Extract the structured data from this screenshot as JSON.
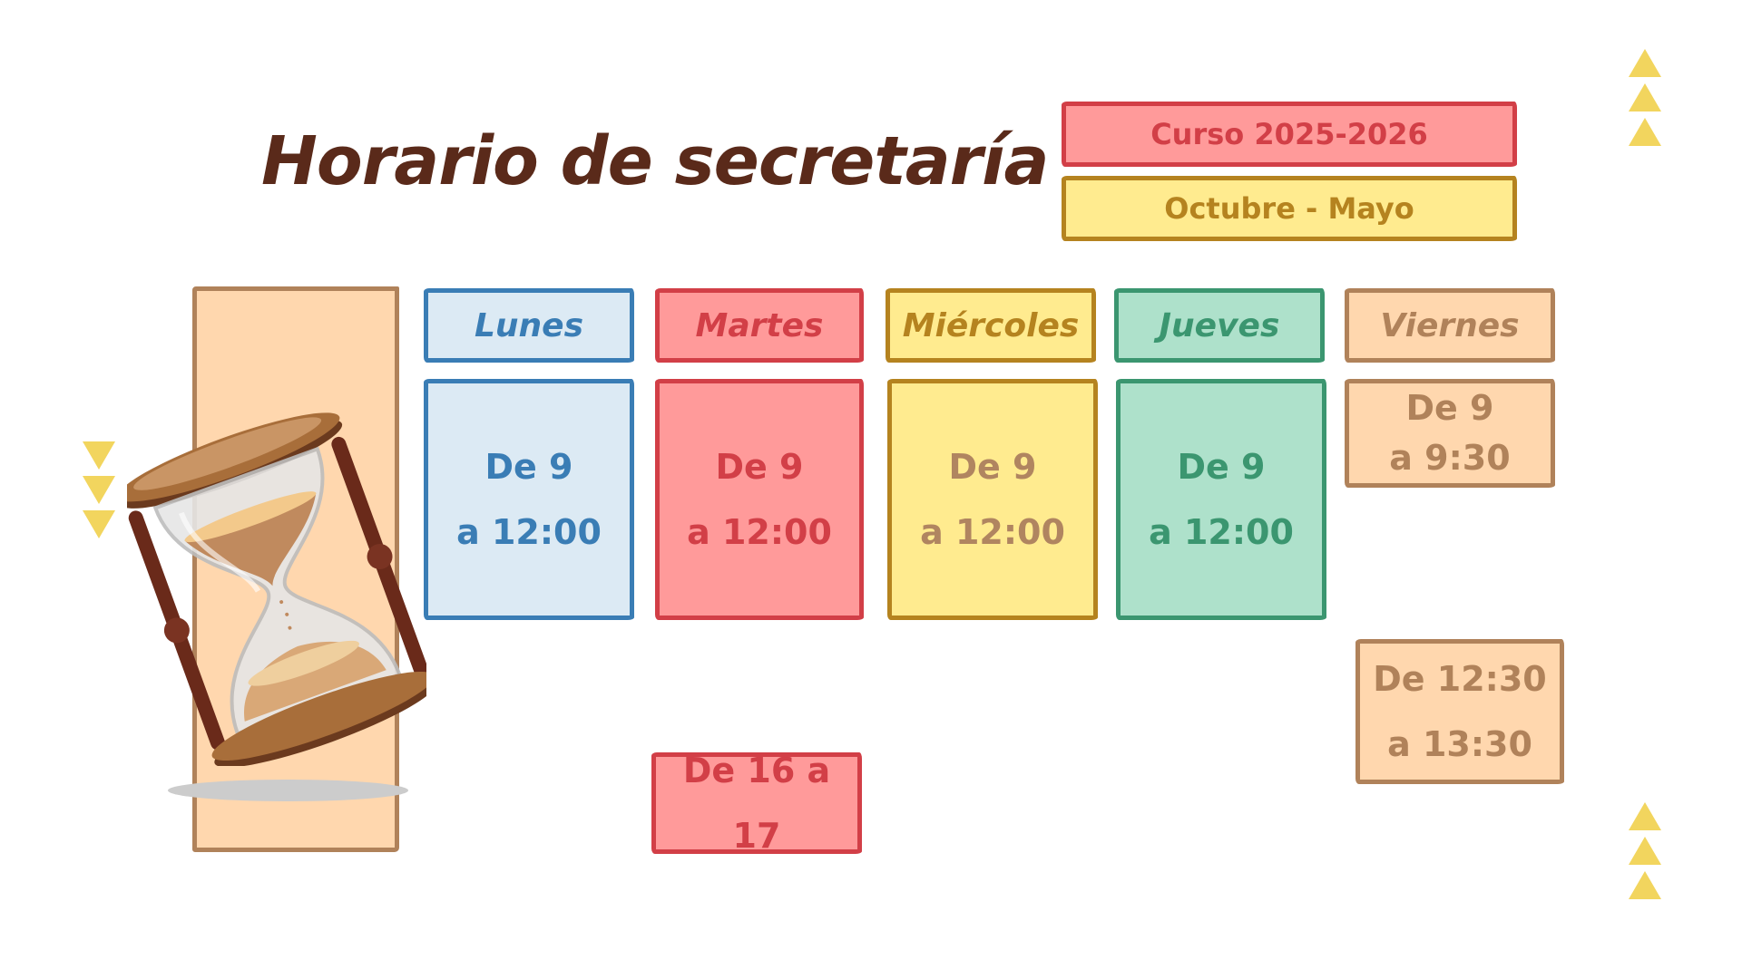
{
  "header": {
    "title": "Horario de secretaría",
    "course_badge": "Curso 2025-2026",
    "period_badge": "Octubre - Mayo"
  },
  "decorations": {
    "triangle_color": "#F2D55E",
    "icons": [
      "hourglass-icon",
      "triangle-up-icon",
      "triangle-down-icon"
    ]
  },
  "days": [
    {
      "label": "Lunes",
      "color": "#3A7DB5",
      "fill": "#DCEAF4",
      "slots": [
        {
          "line1": "De 9",
          "line2": "a 12:00"
        }
      ]
    },
    {
      "label": "Martes",
      "color": "#D23F47",
      "fill": "#FF9A9A",
      "slots": [
        {
          "line1": "De 9",
          "line2": "a 12:00"
        },
        {
          "line1": "De 16 a 17"
        }
      ]
    },
    {
      "label": "Miércoles",
      "color": "#B5831F",
      "fill": "#FFEB8F",
      "slots": [
        {
          "line1": "De 9",
          "line2": "a 12:00"
        }
      ]
    },
    {
      "label": "Jueves",
      "color": "#3B9670",
      "fill": "#AEE1CB",
      "slots": [
        {
          "line1": "De 9",
          "line2": "a 12:00"
        }
      ]
    },
    {
      "label": "Viernes",
      "color": "#B0825A",
      "fill": "#FFD7AE",
      "slots": [
        {
          "line1": "De 9",
          "line2": "a 9:30"
        },
        {
          "line1": "De 12:30",
          "line2": "a 13:30"
        }
      ]
    }
  ]
}
